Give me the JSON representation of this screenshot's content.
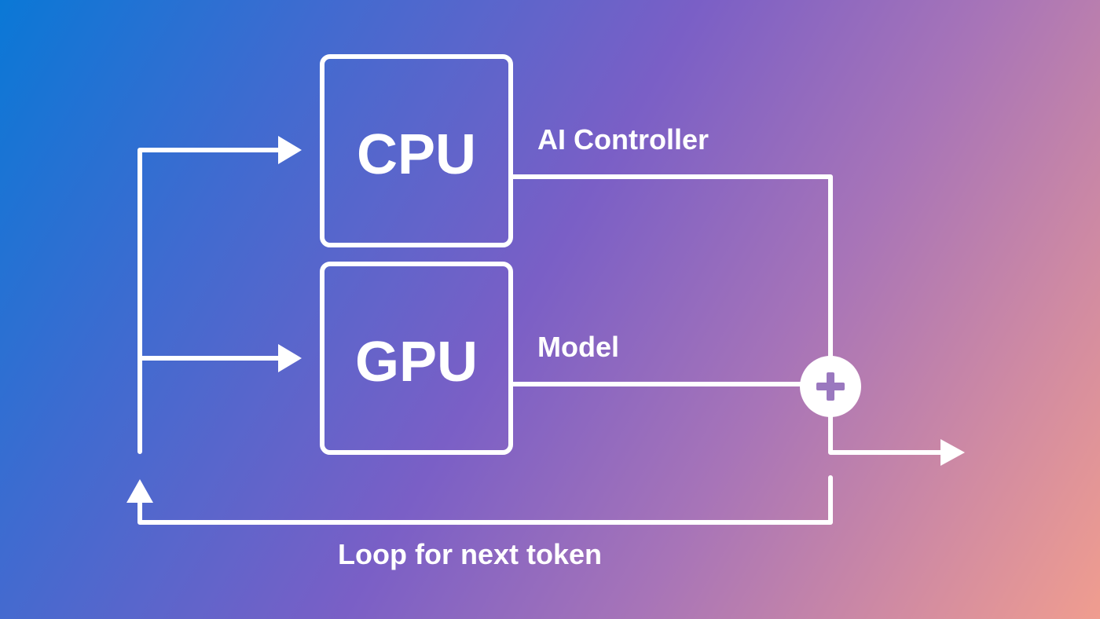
{
  "diagram": {
    "blocks": {
      "cpu": "CPU",
      "gpu": "GPU"
    },
    "edges": {
      "cpu_output": "AI Controller",
      "gpu_output": "Model",
      "feedback": "Loop for next token"
    },
    "colors": {
      "stroke": "#ffffff",
      "plus_symbol": "#9a78bf",
      "gradient_start": "#0a78d6",
      "gradient_mid": "#7a5fc6",
      "gradient_end": "#f09d8f"
    },
    "icons": {
      "combiner": "plus-icon",
      "arrows": "arrow-icon"
    }
  }
}
